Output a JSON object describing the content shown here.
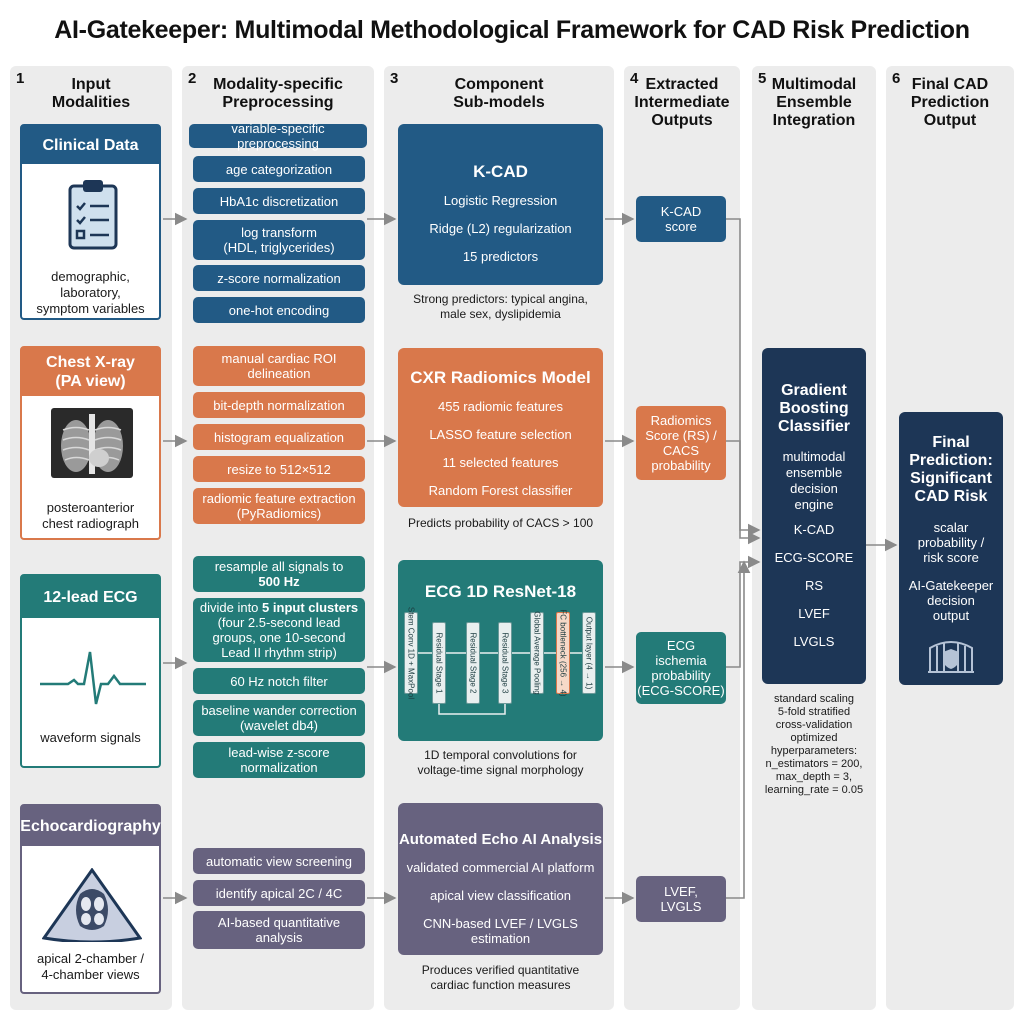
{
  "title": "AI-Gatekeeper: Multimodal Methodological Framework for CAD Risk Prediction",
  "columns": [
    {
      "num": "1",
      "heading": "Input\nModalities"
    },
    {
      "num": "2",
      "heading": "Modality-specific\nPreprocessing"
    },
    {
      "num": "3",
      "heading": "Component\nSub-models"
    },
    {
      "num": "4",
      "heading": "Extracted\nIntermediate\nOutputs"
    },
    {
      "num": "5",
      "heading": "Multimodal\nEnsemble\nIntegration"
    },
    {
      "num": "6",
      "heading": "Final CAD\nPrediction\nOutput"
    }
  ],
  "inputs": {
    "clinical": {
      "title": "Clinical Data",
      "desc": "demographic,\nlaboratory,\nsymptom variables",
      "icon": "clipboard-icon"
    },
    "xray": {
      "title": "Chest X-ray\n(PA view)",
      "desc": "posteroanterior\nchest radiograph",
      "icon": "xray-icon"
    },
    "ecg": {
      "title": "12-lead ECG",
      "desc": "waveform signals",
      "icon": "ecg-waveform-icon"
    },
    "echo": {
      "title": "Echocardiography",
      "desc": "apical 2-chamber /\n4-chamber views",
      "icon": "heart-ultrasound-icon"
    }
  },
  "preprocessing": {
    "clinical": [
      "variable-specific preprocessing",
      "age categorization",
      "HbA1c discretization",
      "log transform\n(HDL, triglycerides)",
      "z-score normalization",
      "one-hot encoding"
    ],
    "xray": [
      "manual cardiac ROI\ndelineation",
      "bit-depth normalization",
      "histogram equalization",
      "resize to 512×512",
      "radiomic feature extraction\n(PyRadiomics)"
    ],
    "ecg": {
      "resample_pre": "resample all signals to",
      "resample_bold": "500 Hz",
      "divide_pre": "divide into",
      "divide_bold": "5 input clusters",
      "divide_post": "(four 2.5-second lead\ngroups, one 10-second\nLead II rhythm strip)",
      "notch": "60 Hz notch filter",
      "baseline": "baseline wander correction\n(wavelet db4)",
      "zscore": "lead-wise z-score\nnormalization"
    },
    "echo": [
      "automatic view screening",
      "identify apical 2C / 4C",
      "AI-based quantitative\nanalysis"
    ]
  },
  "models": {
    "kcad": {
      "title": "K-CAD",
      "lines": [
        "Logistic Regression",
        "Ridge (L2) regularization",
        "15 predictors"
      ],
      "caption": "Strong predictors: typical angina,\nmale sex, dyslipidemia"
    },
    "cxr": {
      "title": "CXR Radiomics Model",
      "lines": [
        "455 radiomic features",
        "LASSO feature selection",
        "11 selected features",
        "Random Forest classifier"
      ],
      "caption": "Predicts probability of CACS > 100"
    },
    "ecg": {
      "title": "ECG 1D ResNet-18",
      "layers": [
        "Stem Conv 1D + MaxPool",
        "Residual Stage 1",
        "Residual Stage 2",
        "Residual Stage 3",
        "Global Average Pooling",
        "FC bottleneck (256 → 4)",
        "Output layer (4 → 1)"
      ],
      "caption": "1D temporal convolutions for\nvoltage-time signal morphology"
    },
    "echo": {
      "title": "Automated Echo AI Analysis",
      "lines": [
        "validated commercial AI platform",
        "apical view classification",
        "CNN-based LVEF / LVGLS\nestimation"
      ],
      "caption": "Produces verified quantitative\ncardiac function measures"
    }
  },
  "outputs": {
    "kcad": "K-CAD\nscore",
    "rs": "Radiomics\nScore (RS) /\nCACS\nprobability",
    "ecg": "ECG\nischemia\nprobability\n(ECG-SCORE)",
    "echo": "LVEF,\nLVGLS"
  },
  "ensemble": {
    "title": "Gradient\nBoosting\nClassifier",
    "subtitle": "multimodal\nensemble\ndecision\nengine",
    "inputs": [
      "K-CAD",
      "ECG-SCORE",
      "RS",
      "LVEF",
      "LVGLS"
    ],
    "notes": "standard scaling\n5-fold stratified\ncross-validation\noptimized\nhyperparameters:\nn_estimators = 200,\nmax_depth = 3,\nlearning_rate = 0.05"
  },
  "final": {
    "title": "Final\nPrediction:\nSignificant\nCAD Risk",
    "desc": "scalar\nprobability /\nrisk score",
    "label": "AI-Gatekeeper\ndecision\noutput",
    "icon": "gate-shield-icon"
  },
  "colors": {
    "navy": "#1d3656",
    "blue": "#225a85",
    "orange": "#d9784b",
    "teal": "#237b78",
    "purple": "#67627f"
  }
}
